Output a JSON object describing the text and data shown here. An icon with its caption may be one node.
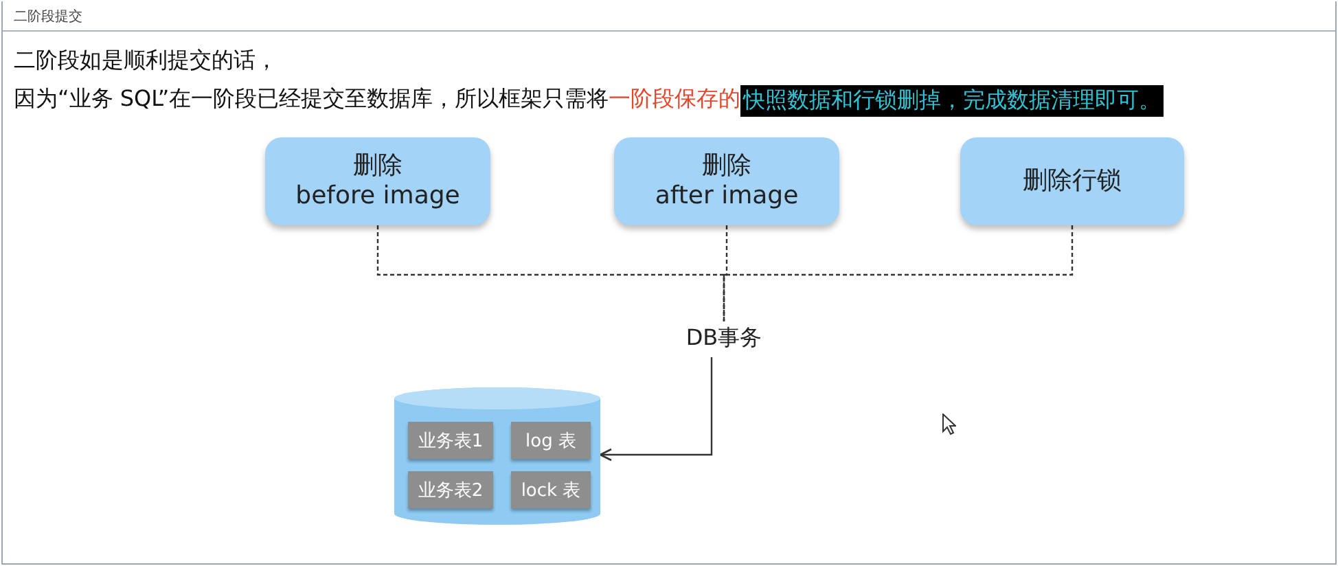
{
  "diagram": {
    "title": "二阶段提交",
    "nodes": [
      {
        "text": [
          "删除 before image"
        ]
      },
      {
        "text": [
          "删除 after image"
        ]
      },
      {
        "text": [
          "删除行锁"
        ]
      },
      {
        "text": [
          "DB事务"
        ]
      },
      {
        "text": [],
        "shape": "cylinder"
      },
      {
        "text": [
          "业务表1"
        ],
        "in": 4
      },
      {
        "text": [
          "log 表"
        ],
        "in": 4
      },
      {
        "text": [
          "业务表2"
        ],
        "in": 4
      },
      {
        "text": [
          "lock 表"
        ],
        "in": 4
      }
    ],
    "edges": [
      {
        "from": 0,
        "to": 3,
        "arrow": "none",
        "style": "dashed"
      },
      {
        "from": 1,
        "to": 3,
        "arrow": "none",
        "style": "dashed"
      },
      {
        "from": 2,
        "to": 3,
        "arrow": "none",
        "style": "dashed"
      },
      {
        "from": 3,
        "to": 4,
        "arrow": "to"
      }
    ],
    "labels": [
      "二阶段如是顺利提交的话，",
      "因为“业务 SQL”在一阶段已经提交至数据库，所以框架只需将",
      "一阶段保存的",
      "快照数据和行锁删掉，完成数据清理即可。"
    ]
  }
}
